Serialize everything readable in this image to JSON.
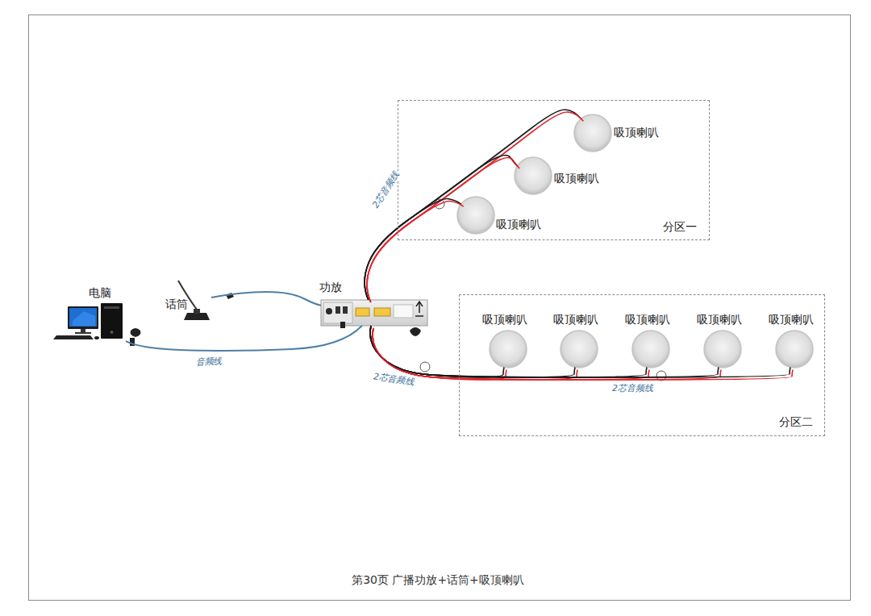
{
  "diagram": {
    "caption": "第30页  广播功放+话筒+吸顶喇叭",
    "nodes": [
      {
        "text": [
          "电脑"
        ]
      },
      {
        "text": [
          "话筒"
        ]
      },
      {
        "text": [
          "功放"
        ]
      },
      {
        "text": [
          "分区一"
        ]
      },
      {
        "text": [
          "吸顶喇叭"
        ],
        "in": 3
      },
      {
        "text": [
          "吸顶喇叭"
        ],
        "in": 3
      },
      {
        "text": [
          "吸顶喇叭"
        ],
        "in": 3
      },
      {
        "text": [
          "分区二"
        ]
      },
      {
        "text": [
          "吸顶喇叭"
        ],
        "in": 7
      },
      {
        "text": [
          "吸顶喇叭"
        ],
        "in": 7
      },
      {
        "text": [
          "吸顶喇叭"
        ],
        "in": 7
      },
      {
        "text": [
          "吸顶喇叭"
        ],
        "in": 7
      },
      {
        "text": [
          "吸顶喇叭"
        ],
        "in": 7
      }
    ],
    "edges": [
      {
        "from": 0,
        "to": 2,
        "arrow": "none",
        "label": "音频线"
      },
      {
        "from": 1,
        "to": 2,
        "arrow": "none"
      },
      {
        "from": 2,
        "to": 4,
        "arrow": "none"
      },
      {
        "from": 2,
        "to": 5,
        "arrow": "none"
      },
      {
        "from": 2,
        "to": 6,
        "arrow": "none",
        "label": "2芯音频线"
      },
      {
        "from": 2,
        "to": 8,
        "arrow": "none",
        "label": "2芯音频线"
      },
      {
        "from": 2,
        "to": 9,
        "arrow": "none"
      },
      {
        "from": 2,
        "to": 10,
        "arrow": "none"
      },
      {
        "from": 2,
        "to": 11,
        "arrow": "none",
        "label": "2芯音频线"
      },
      {
        "from": 2,
        "to": 12,
        "arrow": "none"
      }
    ]
  }
}
